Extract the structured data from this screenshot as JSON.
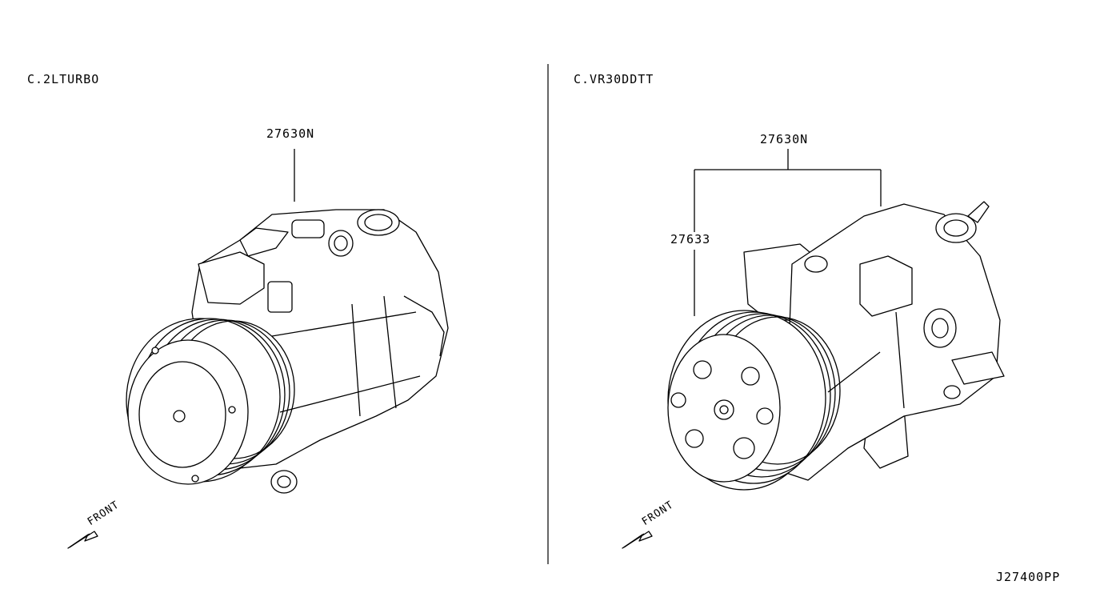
{
  "left_panel": {
    "variant_label": "C.2LTURBO",
    "part_label": "27630N",
    "front_label": "FRONT"
  },
  "right_panel": {
    "variant_label": "C.VR30DDTT",
    "assembly_label": "27630N",
    "clutch_label": "27633",
    "front_label": "FRONT"
  },
  "figure_code": "J27400PP"
}
